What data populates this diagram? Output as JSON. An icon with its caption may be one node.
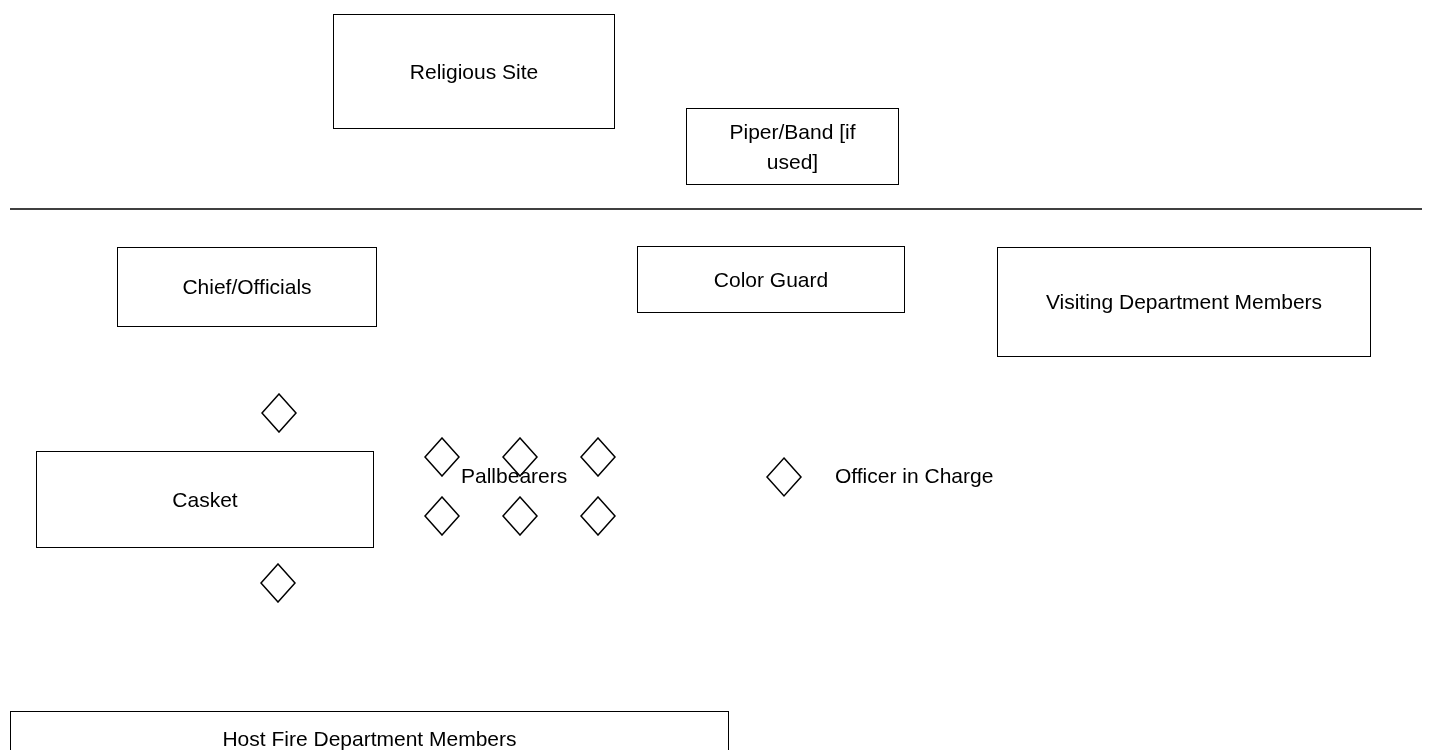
{
  "diagram": {
    "nodes": [
      {
        "text": [
          "Religious Site"
        ]
      },
      {
        "text": [
          "Piper/Band [if used]"
        ]
      },
      {
        "text": [
          "Chief/Officials"
        ]
      },
      {
        "text": [
          "Color Guard"
        ]
      },
      {
        "text": [
          "Visiting Department Members"
        ]
      },
      {
        "text": [],
        "shape": "diamond"
      },
      {
        "text": [
          "Casket"
        ]
      },
      {
        "text": [],
        "shape": "diamond"
      },
      {
        "text": [],
        "shape": "diamond"
      },
      {
        "text": [],
        "shape": "diamond"
      },
      {
        "text": [],
        "shape": "diamond"
      },
      {
        "text": [],
        "shape": "diamond"
      },
      {
        "text": [],
        "shape": "diamond"
      },
      {
        "text": [],
        "shape": "diamond"
      },
      {
        "text": [
          "Host Fire Department Members"
        ]
      }
    ],
    "labels": [
      "Pallbearers"
    ],
    "legend": [
      {
        "text": "Officer in Charge"
      }
    ]
  }
}
